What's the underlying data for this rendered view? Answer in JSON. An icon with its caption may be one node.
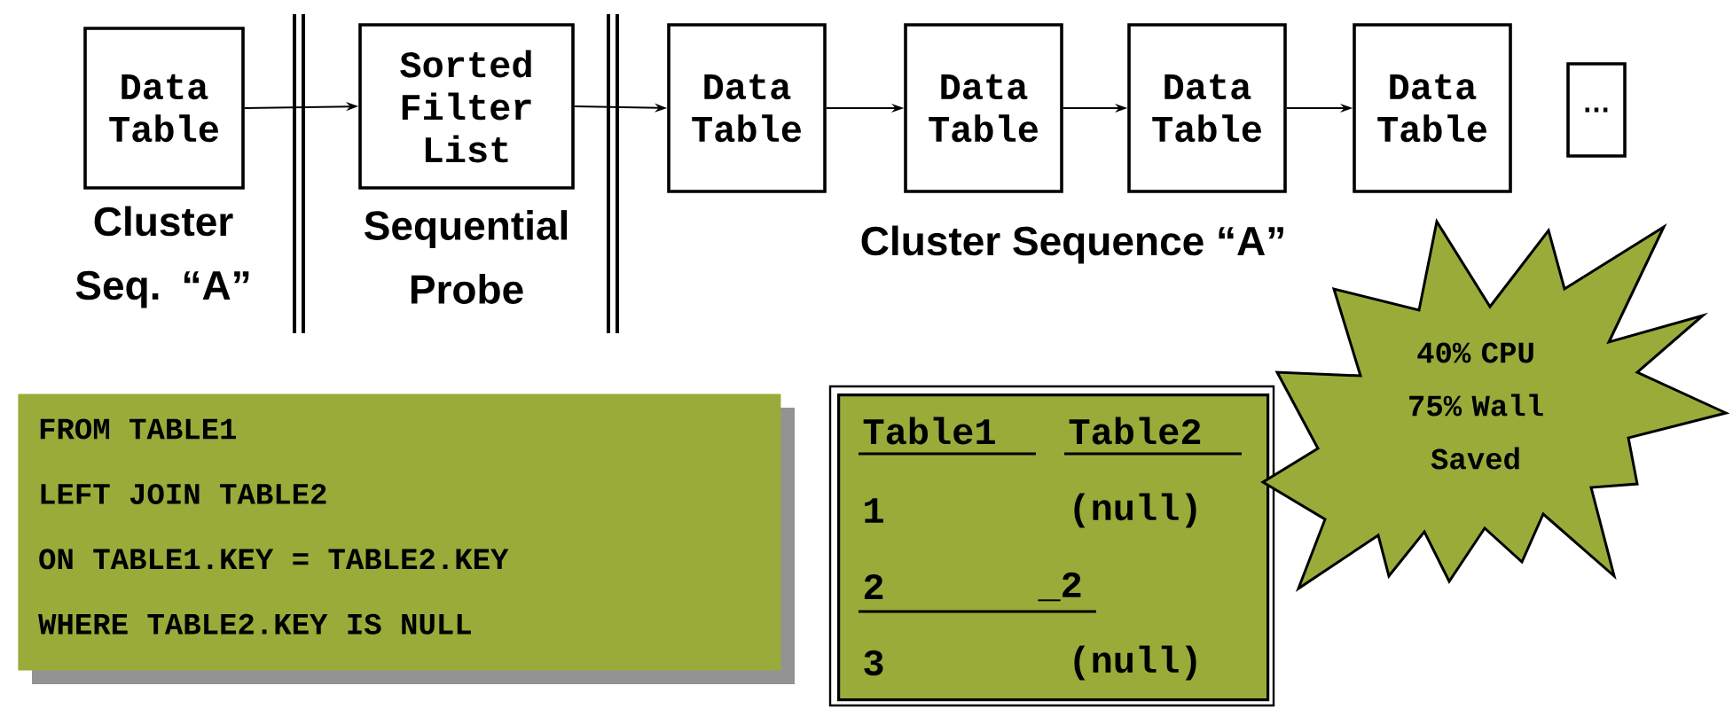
{
  "diagram": {
    "nodes": [
      {
        "text": [
          "Data Table"
        ],
        "beside": [
          "Cluster Seq. “A”"
        ]
      },
      {
        "text": [
          "Sorted Filter List"
        ],
        "beside": [
          "Sequential Probe"
        ]
      },
      {
        "text": [
          "Data Table"
        ]
      },
      {
        "text": [
          "Data Table"
        ]
      },
      {
        "text": [
          "Data Table"
        ]
      },
      {
        "text": [
          "Data Table"
        ]
      },
      {
        "text": [
          "…"
        ]
      },
      {
        "text": [
          "FROM TABLE1",
          "LEFT JOIN TABLE2",
          "ON TABLE1.KEY = TABLE2.KEY",
          "WHERE TABLE2.KEY IS NULL"
        ]
      },
      {
        "text": [
          "Table1",
          "Table2",
          "1",
          "(null)",
          "2",
          "_2",
          "3",
          "(null)"
        ]
      },
      {
        "text": [
          "40% CPU 75% Wall Saved"
        ]
      }
    ],
    "edges": [
      {
        "from": 0,
        "to": 1,
        "arrow": "to"
      },
      {
        "from": 1,
        "to": 2,
        "arrow": "to"
      },
      {
        "from": 2,
        "to": 3,
        "arrow": "to"
      },
      {
        "from": 3,
        "to": 4,
        "arrow": "to"
      },
      {
        "from": 4,
        "to": 5,
        "arrow": "to"
      }
    ],
    "labels": [
      "Cluster Sequence “A”"
    ]
  }
}
